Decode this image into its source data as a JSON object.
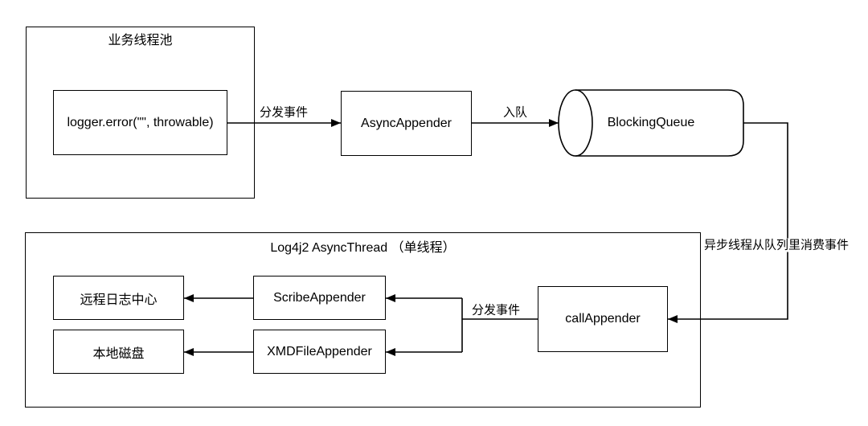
{
  "diagram": {
    "nodes": {
      "biz_pool": {
        "label": "业务线程池"
      },
      "logger_call": {
        "label": "logger.error(\"\", throwable)"
      },
      "async_appender": {
        "label": "AsyncAppender"
      },
      "blocking_queue": {
        "label": "BlockingQueue"
      },
      "log4j2_async_thread": {
        "label": "Log4j2 AsyncThread （单线程）"
      },
      "call_appender": {
        "label": "callAppender"
      },
      "scribe_appender": {
        "label": "ScribeAppender"
      },
      "xmd_file_appender": {
        "label": "XMDFileAppender"
      },
      "remote_log_center": {
        "label": "远程日志中心"
      },
      "local_disk": {
        "label": "本地磁盘"
      }
    },
    "edges": {
      "dispatch_top": {
        "label": "分发事件"
      },
      "enqueue": {
        "label": "入队"
      },
      "consume": {
        "label": "异步线程从队列里消费事件"
      },
      "dispatch_bottom": {
        "label": "分发事件"
      }
    },
    "colors": {
      "stroke": "#000000",
      "background": "#ffffff",
      "text": "#000000"
    }
  }
}
